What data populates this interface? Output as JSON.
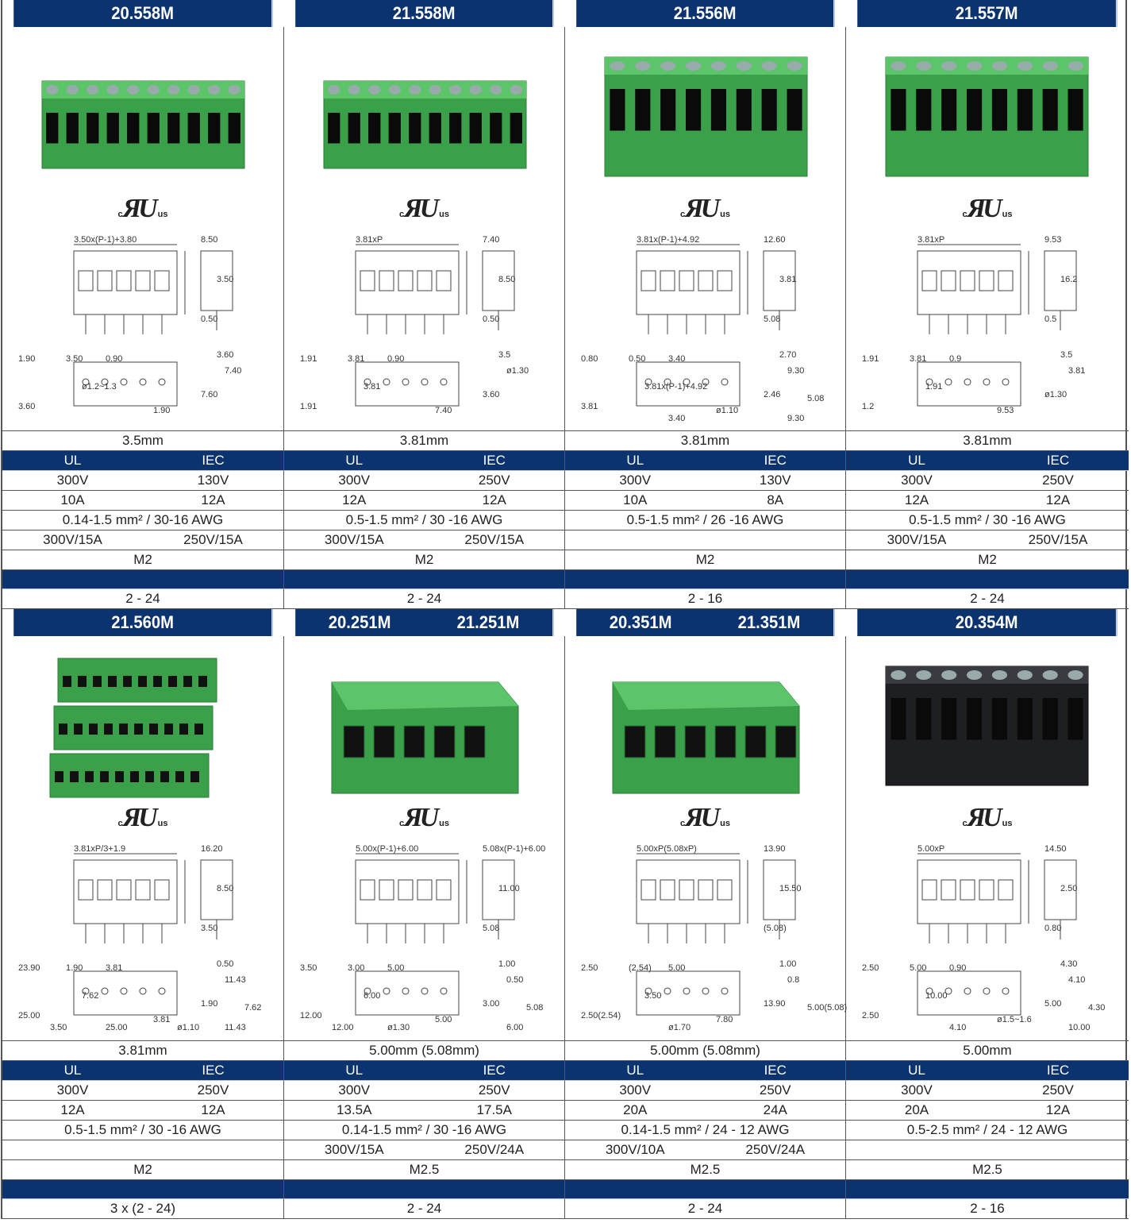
{
  "colors": {
    "navy": "#0b336f",
    "green": "#3aa14a",
    "black": "#1e1f22"
  },
  "labels": {
    "ul": "UL",
    "iec": "IEC",
    "cert": "c",
    "cert_us": "us"
  },
  "sections": [
    {
      "products": [
        {
          "names": [
            "20.558M"
          ],
          "pitch": "3.5mm",
          "ul_v": "300V",
          "iec_v": "130V",
          "ul_a": "10A",
          "iec_a": "12A",
          "wire": "0.14-1.5 mm² / 30-16 AWG",
          "ul_rating": "300V/15A",
          "iec_rating": "250V/15A",
          "screw": "M2",
          "poles": "2 - 24",
          "color": "green",
          "style": "flat",
          "dims": [
            "3.50x(P-1)+3.80",
            "8.50",
            "3.50",
            "1.90",
            "3.50",
            "0.90",
            "0.50",
            "3.60",
            "7.40",
            "ø1.2~1.3",
            "3.60",
            "7.60",
            "1.90"
          ]
        },
        {
          "names": [
            "21.558M"
          ],
          "pitch": "3.81mm",
          "ul_v": "300V",
          "iec_v": "250V",
          "ul_a": "12A",
          "iec_a": "12A",
          "wire": "0.5-1.5 mm² / 30 -16 AWG",
          "ul_rating": "300V/15A",
          "iec_rating": "250V/15A",
          "screw": "M2",
          "poles": "2 - 24",
          "color": "green",
          "style": "flat",
          "dims": [
            "3.81xP",
            "7.40",
            "8.50",
            "1.91",
            "3.81",
            "0.90",
            "0.50",
            "3.5",
            "ø1.30",
            "3.81",
            "1.91",
            "3.60",
            "7.40"
          ]
        },
        {
          "names": [
            "21.556M"
          ],
          "pitch": "3.81mm",
          "ul_v": "300V",
          "iec_v": "130V",
          "ul_a": "10A",
          "iec_a": "8A",
          "wire": "0.5-1.5 mm² / 26 -16 AWG",
          "ul_rating": "",
          "iec_rating": "",
          "screw": "M2",
          "poles": "2 - 16",
          "color": "green",
          "style": "tall",
          "dims": [
            "3.81x(P-1)+4.92",
            "12.60",
            "3.81",
            "0.80",
            "0.50",
            "3.40",
            "5.08",
            "2.70",
            "9.30",
            "3.81x(P-1)+4.92",
            "3.81",
            "2.46",
            "ø1.10",
            "5.08",
            "3.40",
            "9.30"
          ]
        },
        {
          "names": [
            "21.557M"
          ],
          "pitch": "3.81mm",
          "ul_v": "300V",
          "iec_v": "250V",
          "ul_a": "12A",
          "iec_a": "12A",
          "wire": "0.5-1.5 mm² / 30 -16 AWG",
          "ul_rating": "300V/15A",
          "iec_rating": "250V/15A",
          "screw": "M2",
          "poles": "2 - 24",
          "color": "green",
          "style": "tall",
          "dims": [
            "3.81xP",
            "9.53",
            "16.2",
            "1.91",
            "3.81",
            "0.9",
            "0.5",
            "3.5",
            "3.81",
            "1.91",
            "1.2",
            "ø1.30",
            "9.53"
          ]
        }
      ]
    },
    {
      "products": [
        {
          "names": [
            "21.560M"
          ],
          "pitch": "3.81mm",
          "ul_v": "300V",
          "iec_v": "250V",
          "ul_a": "12A",
          "iec_a": "12A",
          "wire": "0.5-1.5 mm² / 30 -16 AWG",
          "ul_rating": "",
          "iec_rating": "",
          "screw": "M2",
          "poles": "3 x (2 - 24)",
          "color": "green",
          "style": "stack",
          "dims": [
            "3.81xP/3+1.9",
            "16.20",
            "8.50",
            "23.90",
            "1.90",
            "3.81",
            "3.50",
            "0.50",
            "11.43",
            "7.62",
            "25.00",
            "1.90",
            "3.81",
            "7.62",
            "25.00",
            "11.43",
            "3.50",
            "ø1.10"
          ]
        },
        {
          "names": [
            "20.251M",
            "21.251M"
          ],
          "pitch": "5.00mm (5.08mm)",
          "ul_v": "300V",
          "iec_v": "250V",
          "ul_a": "13.5A",
          "iec_a": "17.5A",
          "wire": "0.14-1.5 mm² / 30 -16 AWG",
          "ul_rating": "300V/15A",
          "iec_rating": "250V/24A",
          "screw": "M2.5",
          "poles": "2 - 24",
          "color": "green",
          "style": "angled",
          "dims": [
            "5.00x(P-1)+6.00",
            "5.08x(P-1)+6.00",
            "11.00",
            "3.50",
            "3.00",
            "5.00",
            "5.08",
            "1.00",
            "0.50",
            "6.00",
            "12.00",
            "3.00",
            "5.00",
            "5.08",
            "ø1.30",
            "6.00",
            "12.00"
          ]
        },
        {
          "names": [
            "20.351M",
            "21.351M"
          ],
          "pitch": "5.00mm (5.08mm)",
          "ul_v": "300V",
          "iec_v": "250V",
          "ul_a": "20A",
          "iec_a": "24A",
          "wire": "0.14-1.5 mm² / 24 - 12 AWG",
          "ul_rating": "300V/10A",
          "iec_rating": "250V/24A",
          "screw": "M2.5",
          "poles": "2 - 24",
          "color": "green",
          "style": "angled",
          "dims": [
            "5.00xP(5.08xP)",
            "13.90",
            "15.50",
            "2.50",
            "(2.54)",
            "5.00",
            "(5.08)",
            "1.00",
            "0.8",
            "3.50",
            "2.50(2.54)",
            "13.90",
            "7.80",
            "5.00(5.08)",
            "ø1.70"
          ]
        },
        {
          "names": [
            "20.354M"
          ],
          "pitch": "5.00mm",
          "ul_v": "300V",
          "iec_v": "250V",
          "ul_a": "20A",
          "iec_a": "12A",
          "wire": "0.5-2.5 mm² / 24 - 12 AWG",
          "ul_rating": "",
          "iec_rating": "",
          "screw": "M2.5",
          "poles": "2 - 16",
          "color": "black",
          "style": "tall",
          "dims": [
            "5.00xP",
            "14.50",
            "2.50",
            "2.50",
            "5.00",
            "0.90",
            "0.80",
            "4.30",
            "4.10",
            "10.00",
            "2.50",
            "5.00",
            "ø1.5~1.6",
            "4.30",
            "4.10",
            "10.00"
          ]
        }
      ]
    }
  ]
}
